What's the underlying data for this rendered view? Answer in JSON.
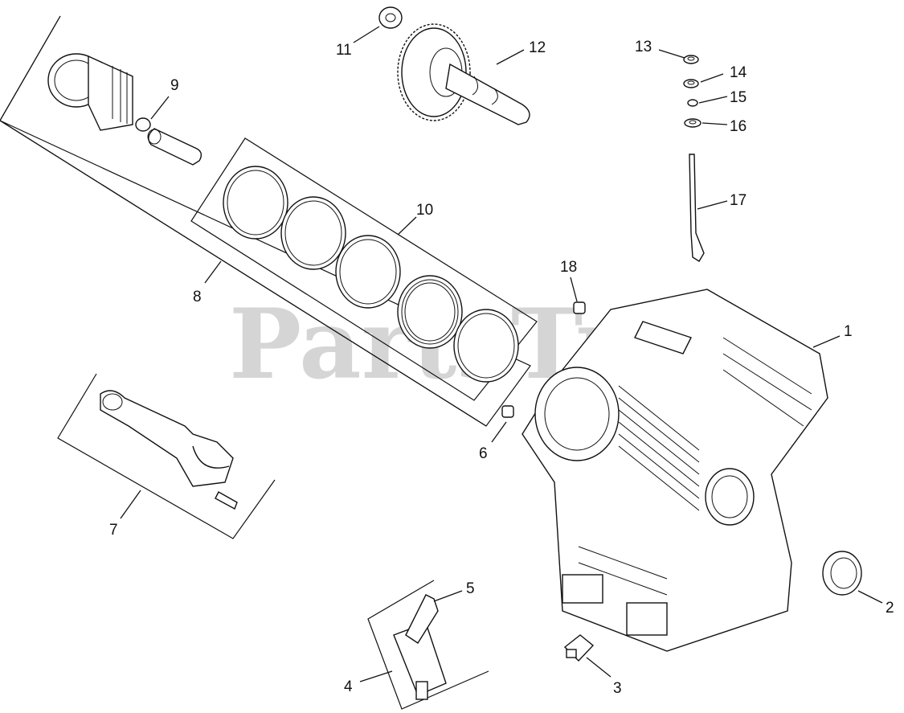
{
  "watermark": "PartsTree",
  "callouts": {
    "c1": "1",
    "c2": "2",
    "c3": "3",
    "c4": "4",
    "c5": "5",
    "c6": "6",
    "c7": "7",
    "c8": "8",
    "c9": "9",
    "c10": "10",
    "c11": "11",
    "c12": "12",
    "c13": "13",
    "c14": "14",
    "c15": "15",
    "c16": "16",
    "c17": "17",
    "c18": "18"
  }
}
